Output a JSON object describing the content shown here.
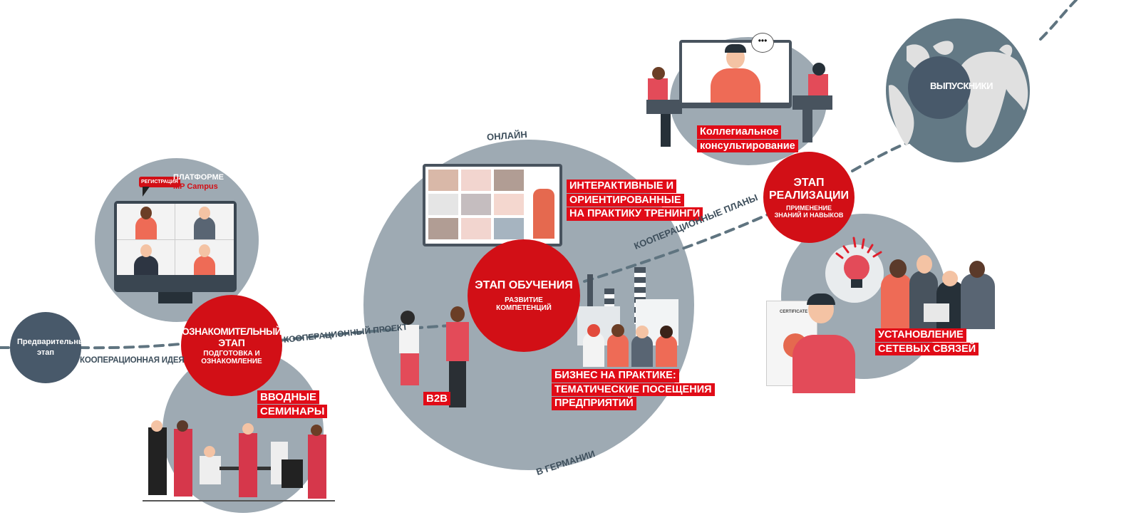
{
  "stages": {
    "preliminary": {
      "title": "Предварительный этап"
    },
    "intro": {
      "title_line1": "ОЗНАКОМИТЕЛЬНЫЙ",
      "title_line2": "ЭТАП",
      "sub_line1": "ПОДГОТОВКА И",
      "sub_line2": "ОЗНАКОМЛЕНИЕ"
    },
    "learning": {
      "title": "ЭТАП ОБУЧЕНИЯ",
      "sub_line1": "РАЗВИТИЕ",
      "sub_line2": "КОМПЕТЕНЦИЙ"
    },
    "implementation": {
      "title_line1": "ЭТАП",
      "title_line2": "РЕАЛИЗАЦИИ",
      "sub_line1": "ПРИМЕНЕНИЕ",
      "sub_line2": "ЗНАНИЙ И НАВЫКОВ"
    },
    "alumni": {
      "title": "ВЫПУСКНИКИ"
    }
  },
  "path_labels": {
    "idea": "КООПЕРАЦИОННАЯ ИДЕЯ",
    "project": "КООПЕРАЦИОННЫЙ ПРОЕКТ",
    "plans": "КООПЕРАЦИОННЫЕ ПЛАНЫ",
    "online": "ОНЛАЙН",
    "germany": "В ГЕРМАНИИ"
  },
  "activities": {
    "platform": {
      "button": "РЕГИСТРАЦИЯ",
      "line1": "ПЛАТФОРМЕ",
      "line2": "MP Campus"
    },
    "seminars": {
      "line1": "ВВОДНЫЕ",
      "line2": "СЕМИНАРЫ"
    },
    "trainings": {
      "line1": "ИНТЕРАКТИВНЫЕ И",
      "line2": "ОРИЕНТИРОВАННЫЕ",
      "line3": "НА ПРАКТИКУ ТРЕНИНГИ"
    },
    "b2b": {
      "line1": "B2B"
    },
    "business": {
      "line1": "БИЗНЕС НА ПРАКТИКЕ:",
      "line2": "ТЕМАТИЧЕСКИЕ ПОСЕЩЕНИЯ",
      "line3": "ПРЕДПРИЯТИЙ"
    },
    "consulting": {
      "line1": "Коллегиальное",
      "line2": "консультирование"
    },
    "networking": {
      "line1": "УСТАНОВЛЕНИЕ",
      "line2": "СЕТЕВЫХ СВЯЗЕЙ"
    },
    "certificate": {
      "label": "CERTIFICATE"
    }
  },
  "colors": {
    "red": "#d20f16",
    "gray": "#9eaab3",
    "dark": "#48596a",
    "path": "#5f7480"
  }
}
